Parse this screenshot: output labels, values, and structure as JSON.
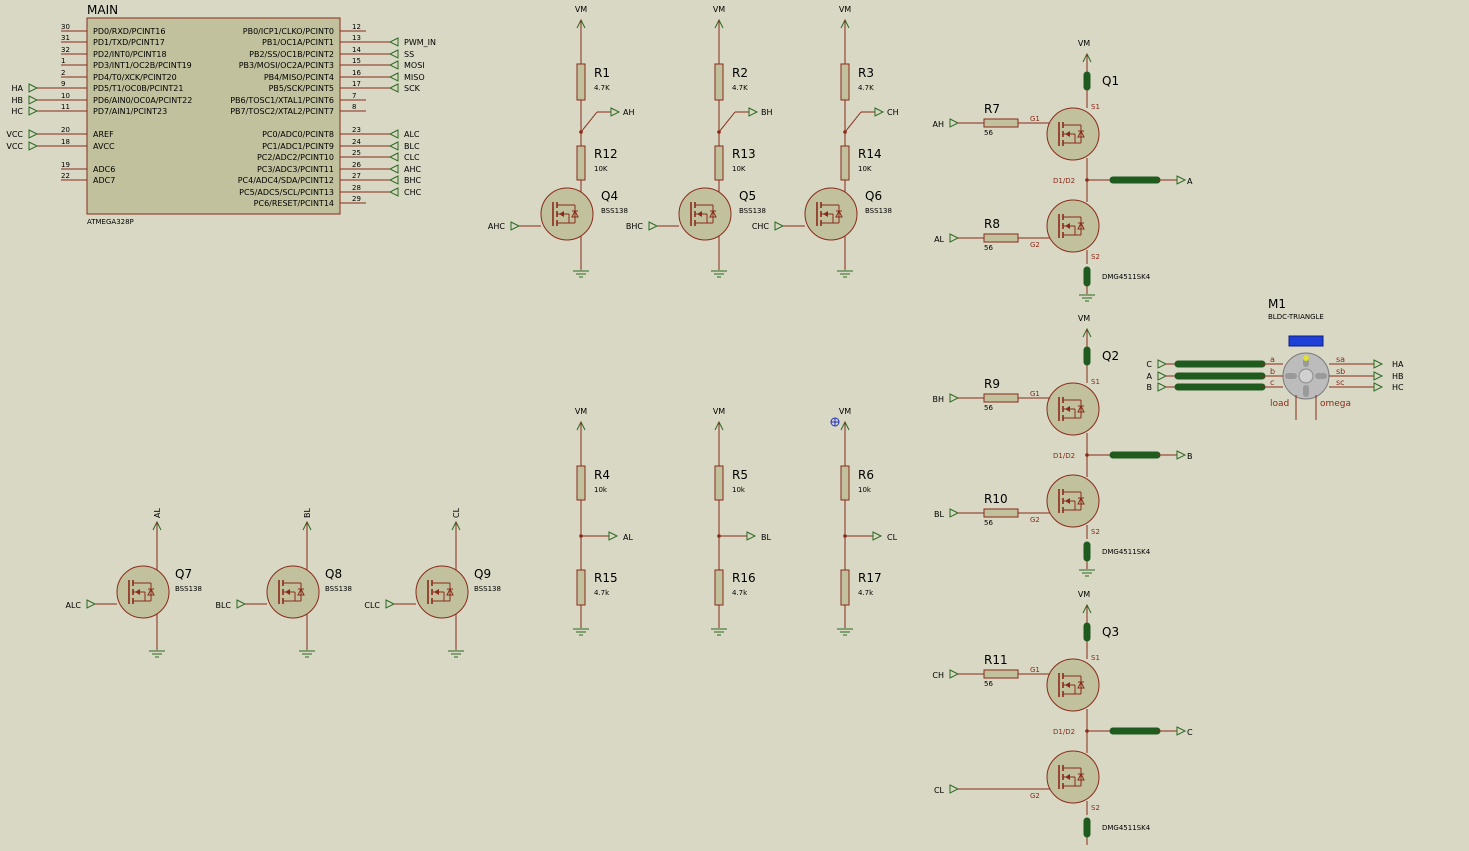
{
  "colors": {
    "background": "#d8d8c4",
    "component_body": "#c1c19e",
    "component_outline": "#8a2a1a",
    "wire": "#8a2a1a",
    "terminal": "#2d6a22",
    "pin_text": "#000000",
    "label_text": "#000000",
    "pin_number": "#000000",
    "bus": "#1f5a1f",
    "motor_hub": "#bcbcbc",
    "indicator": "#1e3fd8"
  },
  "mcu": {
    "name": "MAIN",
    "part": "ATMEGA328P",
    "left_pins": [
      {
        "num": "30",
        "name": "PD0/RXD/PCINT16",
        "net": ""
      },
      {
        "num": "31",
        "name": "PD1/TXD/PCINT17",
        "net": ""
      },
      {
        "num": "32",
        "name": "PD2/INT0/PCINT18",
        "net": ""
      },
      {
        "num": "1",
        "name": "PD3/INT1/OC2B/PCINT19",
        "net": ""
      },
      {
        "num": "2",
        "name": "PD4/T0/XCK/PCINT20",
        "net": ""
      },
      {
        "num": "9",
        "name": "PD5/T1/OC0B/PCINT21",
        "net": "HA"
      },
      {
        "num": "10",
        "name": "PD6/AIN0/OC0A/PCINT22",
        "net": "HB"
      },
      {
        "num": "11",
        "name": "PD7/AIN1/PCINT23",
        "net": "HC"
      },
      {
        "num": "20",
        "name": "AREF",
        "net": "VCC"
      },
      {
        "num": "18",
        "name": "AVCC",
        "net": "VCC"
      },
      {
        "num": "19",
        "name": "ADC6",
        "net": ""
      },
      {
        "num": "22",
        "name": "ADC7",
        "net": ""
      }
    ],
    "right_pins": [
      {
        "num": "12",
        "name": "PB0/ICP1/CLKO/PCINT0",
        "net": ""
      },
      {
        "num": "13",
        "name": "PB1/OC1A/PCINT1",
        "net": "PWM_IN"
      },
      {
        "num": "14",
        "name": "PB2/SS/OC1B/PCINT2",
        "net": "SS"
      },
      {
        "num": "15",
        "name": "PB3/MOSI/OC2A/PCINT3",
        "net": "MOSI"
      },
      {
        "num": "16",
        "name": "PB4/MISO/PCINT4",
        "net": "MISO"
      },
      {
        "num": "17",
        "name": "PB5/SCK/PCINT5",
        "net": "SCK"
      },
      {
        "num": "7",
        "name": "PB6/TOSC1/XTAL1/PCINT6",
        "net": ""
      },
      {
        "num": "8",
        "name": "PB7/TOSC2/XTAL2/PCINT7",
        "net": ""
      },
      {
        "num": "23",
        "name": "PC0/ADC0/PCINT8",
        "net": "ALC"
      },
      {
        "num": "24",
        "name": "PC1/ADC1/PCINT9",
        "net": "BLC"
      },
      {
        "num": "25",
        "name": "PC2/ADC2/PCINT10",
        "net": "CLC"
      },
      {
        "num": "26",
        "name": "PC3/ADC3/PCINT11",
        "net": "AHC"
      },
      {
        "num": "27",
        "name": "PC4/ADC4/SDA/PCINT12",
        "net": "BHC"
      },
      {
        "num": "28",
        "name": "PC5/ADC5/SCL/PCINT13",
        "net": "CHC"
      },
      {
        "num": "29",
        "name": "PC6/RESET/PCINT14",
        "net": ""
      }
    ]
  },
  "high_side_drivers": [
    {
      "top_res": "R1",
      "top_val": "4.7K",
      "bot_res": "R12",
      "bot_val": "10K",
      "mid_net": "AH",
      "fet": "Q4",
      "fet_part": "BSS138",
      "gate_net": "AHC",
      "supply": "VM"
    },
    {
      "top_res": "R2",
      "top_val": "4.7K",
      "bot_res": "R13",
      "bot_val": "10K",
      "mid_net": "BH",
      "fet": "Q5",
      "fet_part": "BSS138",
      "gate_net": "BHC",
      "supply": "VM"
    },
    {
      "top_res": "R3",
      "top_val": "4.7K",
      "bot_res": "R14",
      "bot_val": "10K",
      "mid_net": "CH",
      "fet": "Q6",
      "fet_part": "BSS138",
      "gate_net": "CHC",
      "supply": "VM"
    }
  ],
  "low_side_dividers": [
    {
      "top_res": "R4",
      "top_val": "10k",
      "bot_res": "R15",
      "bot_val": "4.7k",
      "mid_net": "AL",
      "supply": "VM"
    },
    {
      "top_res": "R5",
      "top_val": "10k",
      "bot_res": "R16",
      "bot_val": "4.7k",
      "mid_net": "BL",
      "supply": "VM"
    },
    {
      "top_res": "R6",
      "top_val": "10k",
      "bot_res": "R17",
      "bot_val": "4.7k",
      "mid_net": "CL",
      "supply": "VM"
    }
  ],
  "low_side_fets": [
    {
      "name": "Q7",
      "part": "BSS138",
      "gate_net": "ALC",
      "drain_net": "AL"
    },
    {
      "name": "Q8",
      "part": "BSS138",
      "gate_net": "BLC",
      "drain_net": "BL"
    },
    {
      "name": "Q9",
      "part": "BSS138",
      "gate_net": "CLC",
      "drain_net": "CL"
    }
  ],
  "half_bridges": [
    {
      "name": "Q1",
      "part": "DMG4511SK4",
      "supply": "VM",
      "top_res": "R7",
      "top_val": "56",
      "top_gate": "AH",
      "bot_res": "R8",
      "bot_val": "56",
      "bot_gate": "AL",
      "out_net": "A",
      "pin_s1": "S1",
      "pin_g1": "G1",
      "pin_d": "D1/D2",
      "pin_g2": "G2",
      "pin_s2": "S2"
    },
    {
      "name": "Q2",
      "part": "DMG4511SK4",
      "supply": "VM",
      "top_res": "R9",
      "top_val": "56",
      "top_gate": "BH",
      "bot_res": "R10",
      "bot_val": "56",
      "bot_gate": "BL",
      "out_net": "B",
      "pin_s1": "S1",
      "pin_g1": "G1",
      "pin_d": "D1/D2",
      "pin_g2": "G2",
      "pin_s2": "S2"
    },
    {
      "name": "Q3",
      "part": "DMG4511SK4",
      "supply": "VM",
      "top_res": "R11",
      "top_val": "56",
      "top_gate": "CH",
      "bot_res": "",
      "bot_val": "",
      "bot_gate": "CL",
      "out_net": "C",
      "pin_s1": "S1",
      "pin_g1": "G1",
      "pin_d": "D1/D2",
      "pin_g2": "G2",
      "pin_s2": "S2"
    }
  ],
  "motor": {
    "name": "M1",
    "part": "BLDC-TRIANGLE",
    "in_nets": [
      "C",
      "A",
      "B"
    ],
    "in_pins": [
      "a",
      "b",
      "c"
    ],
    "out_pins": [
      "sa",
      "sb",
      "sc"
    ],
    "out_nets": [
      "HA",
      "HB",
      "HC"
    ],
    "load_label": "load",
    "omega_label": "omega"
  }
}
